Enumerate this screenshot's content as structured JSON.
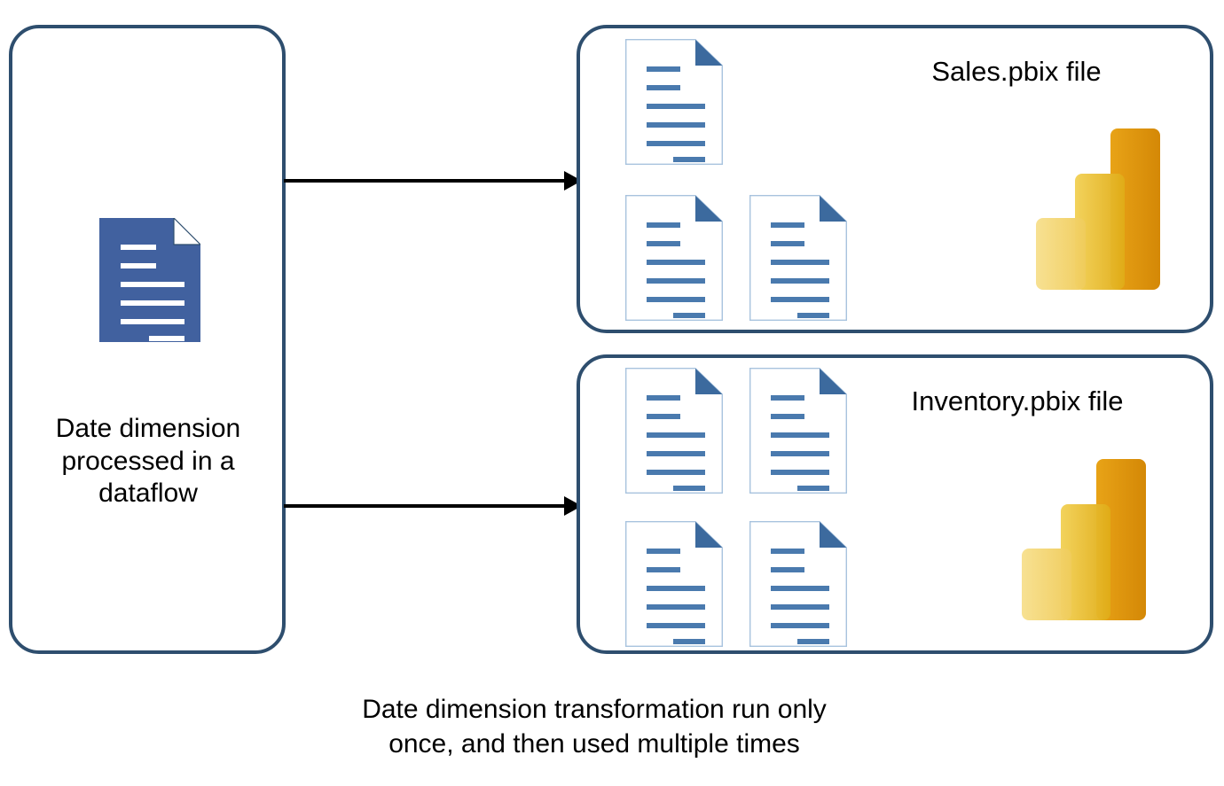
{
  "diagram": {
    "title": "Date dimension processed in a dataflow feeding two pbix files",
    "palette": {
      "box_border": "#2E4E6E",
      "doc_outline": "#A8C3DE",
      "doc_line": "#4A7AAE",
      "doc_fold": "#3C6A9E",
      "source_doc_fill": "#41619F",
      "source_doc_line": "#FFFFFF",
      "arrow": "#000000",
      "text": "#000000",
      "pbi_bar_light": "#F3D67A",
      "pbi_bar_mid": "#EDBB2C",
      "pbi_bar_dark": "#D99B0B"
    },
    "source_panel": {
      "name": "source-panel",
      "icon": "document-icon",
      "caption": "Date dimension\nprocessed in a\ndataflow"
    },
    "targets": [
      {
        "name": "sales-panel",
        "title": "Sales.pbix file",
        "document_count": 3,
        "logo": "power-bi-logo"
      },
      {
        "name": "inventory-panel",
        "title": "Inventory.pbix file",
        "document_count": 4,
        "logo": "power-bi-logo"
      }
    ],
    "arrows": [
      {
        "name": "arrow-to-sales",
        "from": "source-panel",
        "to": "sales-panel"
      },
      {
        "name": "arrow-to-inventory",
        "from": "source-panel",
        "to": "inventory-panel"
      }
    ],
    "bottom_caption": "Date dimension transformation run only\nonce, and then used multiple times"
  }
}
